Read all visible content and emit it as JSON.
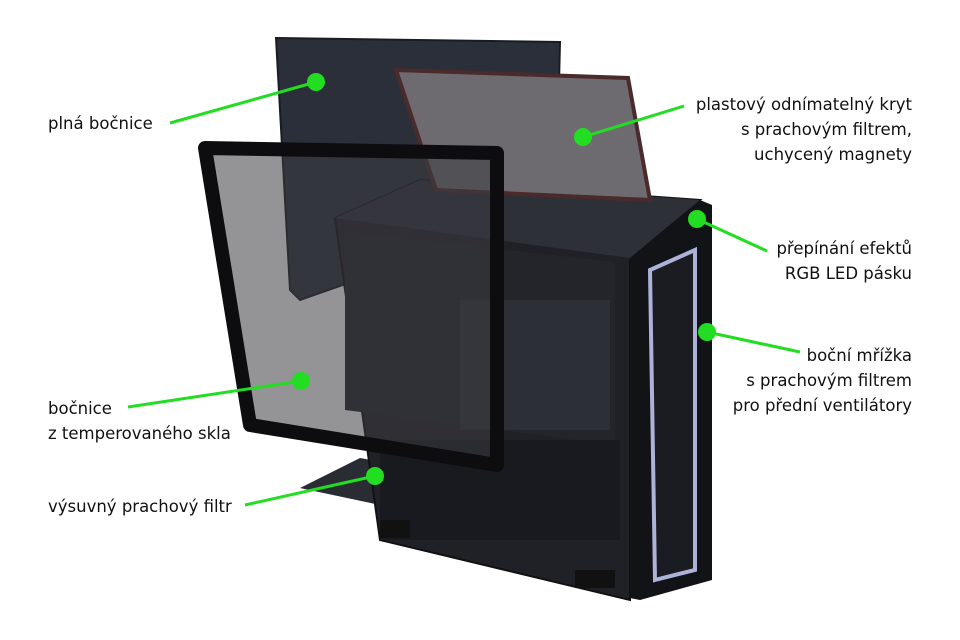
{
  "accent_color": "#22dd22",
  "labels": {
    "solid_side_panel": [
      "plná bočnice"
    ],
    "top_cover": [
      "plastový odnímatelný kryt",
      "s prachovým filtrem,",
      "uchycený magnety"
    ],
    "rgb_switch": [
      "přepínání efektů",
      "RGB LED pásku"
    ],
    "side_mesh": [
      "boční mřížka",
      "s prachovým filtrem",
      "pro přední ventilátory"
    ],
    "glass_panel": [
      "bočnice",
      "z temperovaného skla"
    ],
    "dust_filter": [
      "výsuvný prachový filtr"
    ]
  }
}
